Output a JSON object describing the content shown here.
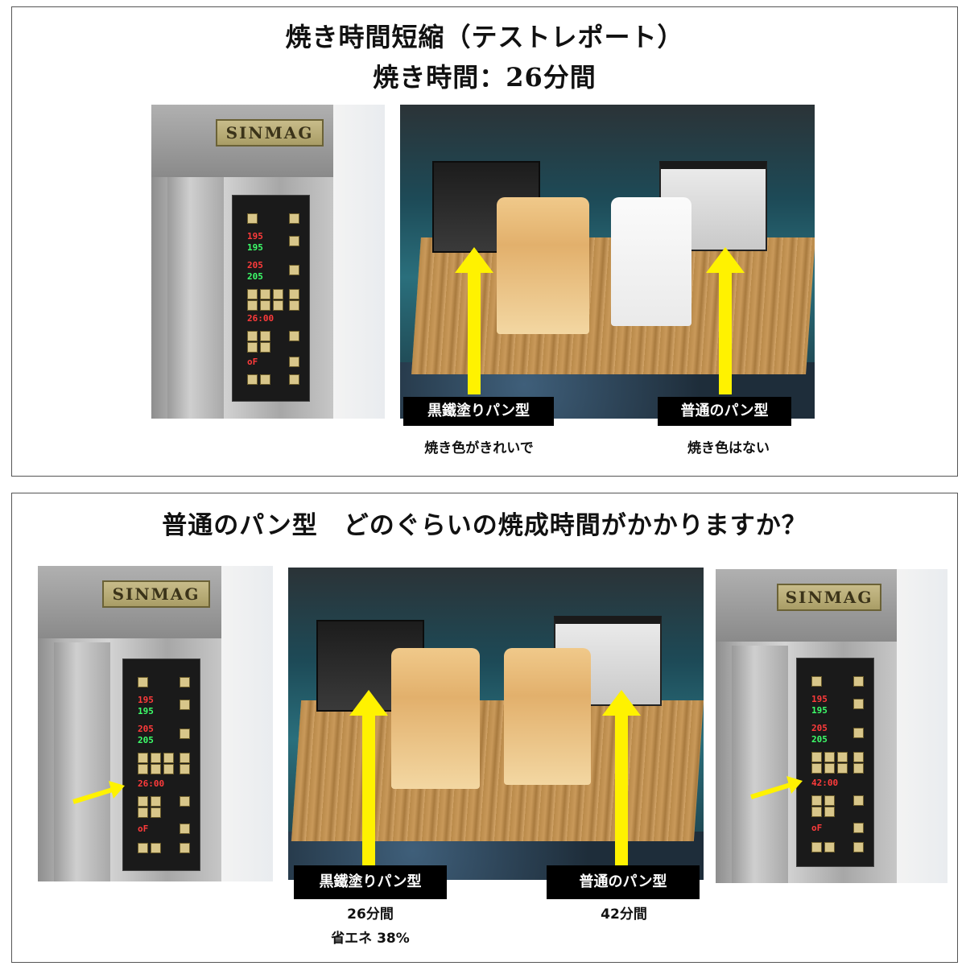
{
  "top_panel": {
    "title_line1": "焼き時間短縮（テストレポート）",
    "title_line2": "焼き時間：26分間",
    "oven_logo": "SINMAG",
    "oven_displays": [
      "195",
      "195",
      "205",
      "205",
      "26:00",
      "oF"
    ],
    "left_label": "黒鐵塗りパン型",
    "left_caption": "焼き色がきれいで",
    "right_label": "普通のパン型",
    "right_caption": "焼き色はない"
  },
  "bottom_panel": {
    "title": "普通のパン型　どのぐらいの焼成時間がかかりますか？",
    "left_oven": {
      "logo": "SINMAG",
      "displays": [
        "195",
        "195",
        "205",
        "205",
        "26:00",
        "oF"
      ]
    },
    "right_oven": {
      "logo": "SINMAG",
      "displays": [
        "195",
        "195",
        "205",
        "205",
        "42:00",
        "oF"
      ]
    },
    "left_label": "黒鐵塗りパン型",
    "left_caption_line1": "26分間",
    "left_caption_line2": "省エネ 38%",
    "right_label": "普通のパン型",
    "right_caption": "42分間"
  },
  "colors": {
    "arrow": "#fff200",
    "label_bg": "#000000",
    "display_red": "#ff3b3b",
    "display_green": "#3dff6a"
  }
}
